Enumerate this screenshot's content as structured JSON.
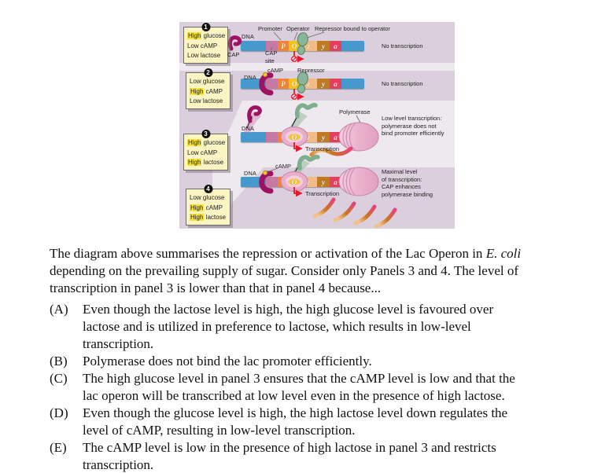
{
  "diagram": {
    "gene_letters": {
      "p": "P",
      "o": "O",
      "z": "z",
      "y": "y",
      "a": "a"
    },
    "panels": [
      {
        "badge": "1",
        "note_lines": [
          {
            "hl": "High",
            "rest": " glucose"
          },
          {
            "hl": "",
            "rest": "Low cAMP"
          },
          {
            "hl": "",
            "rest": "Low lactose"
          }
        ],
        "labels": {
          "dna": "DNA",
          "promoter": "Promoter",
          "operator": "Operator",
          "repressor_bound": "Repressor bound to operator",
          "cap": "CAP",
          "cap_site": "CAP\nsite",
          "result": "No transcription"
        }
      },
      {
        "badge": "2",
        "note_lines": [
          {
            "hl": "",
            "rest": "Low glucose"
          },
          {
            "hl": "High",
            "rest": " cAMP"
          },
          {
            "hl": "",
            "rest": "Low lactose"
          }
        ],
        "labels": {
          "dna": "DNA",
          "camp": "cAMP",
          "repressor": "Repressor",
          "result": "No transcription"
        }
      },
      {
        "badge": "3",
        "note_lines": [
          {
            "hl": "High",
            "rest": " glucose"
          },
          {
            "hl": "",
            "rest": "Low cAMP"
          },
          {
            "hl": "High",
            "rest": " lactose"
          }
        ],
        "labels": {
          "dna": "DNA",
          "polymerase": "Polymerase",
          "transcription": "Transcription",
          "result": "Low level transcription:\npolymerase does not\nbind promoter efficiently"
        }
      },
      {
        "badge": "4",
        "note_lines": [
          {
            "hl": "",
            "rest": "Low glucose"
          },
          {
            "hl": "High",
            "rest": " cAMP"
          },
          {
            "hl": "High",
            "rest": " lactose"
          }
        ],
        "labels": {
          "dna": "DNA",
          "camp": "cAMP",
          "transcription": "Transcription",
          "result": "Maximal level\nof transcription:\nCAP enhances\npolymerase binding"
        }
      }
    ],
    "colors": {
      "dna_blue": "#4599cc",
      "cap_site_pink": "#c779a4",
      "promoter_orange": "#ef8435",
      "operator_yellow": "#f3c21c",
      "gene_z_tan": "#f2bc84",
      "gene_y_brown": "#c07a24",
      "gene_a_crimson": "#e63e60",
      "repressor_green": "#85b294",
      "cap_magenta": "#9e1263",
      "polymerase_pink": "#ecb3cd",
      "mrna_pink": "#e8417a",
      "mrna_tan": "#f2c08a",
      "arrow_red": "#e3192d",
      "band_mauve": "#dccfdd",
      "band_light": "#eee8ef",
      "note_yellow": "#fbf5c3",
      "highlight_yellow": "#f5e23a"
    }
  },
  "question": {
    "line1_before": "The diagram above summarises the repression or activation of the Lac Operon in ",
    "line1_italic": "E. coli",
    "line2": "depending on the prevailing supply of sugar. Consider only Panels 3 and 4. The level of",
    "line3": "transcription in panel 3 is lower than that in panel 4 because..."
  },
  "options": [
    {
      "label": "(A)",
      "text": "Even though the lactose level is high, the high glucose level is favoured over\nlactose and is utilized in preference to lactose, which results in low-level\ntranscription."
    },
    {
      "label": "(B)",
      "text": "Polymerase does not bind the lac promoter efficiently."
    },
    {
      "label": "(C)",
      "text": "The high glucose level in panel 3 ensures that the cAMP level is low and that the\nlac operon will be transcribed at low level even in the presence of high lactose."
    },
    {
      "label": "(D)",
      "text": "Even though the glucose level is high, the high lactose level down regulates the\nlevel of cAMP, resulting in low-level transcription."
    },
    {
      "label": "(E)",
      "text": "The cAMP level is low in the presence of high lactose in panel 3 and restricts\ntranscription."
    }
  ]
}
